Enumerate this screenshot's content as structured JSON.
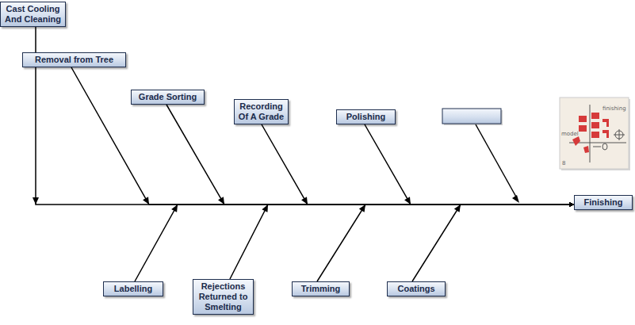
{
  "diagram": {
    "nodes": [
      {
        "text": [
          "Cast Cooling And Cleaning"
        ]
      },
      {
        "text": [
          "Removal from Tree"
        ]
      },
      {
        "text": [
          "Grade Sorting"
        ]
      },
      {
        "text": [
          "Recording Of A Grade"
        ]
      },
      {
        "text": [
          "Polishing"
        ]
      },
      {
        "text": [
          "Labelling"
        ]
      },
      {
        "text": [
          "Rejections Returned to Smelting"
        ]
      },
      {
        "text": [
          "Trimming"
        ]
      },
      {
        "text": [
          "Coatings"
        ]
      },
      {
        "text": [
          "Finishing"
        ]
      }
    ],
    "edges": [
      {
        "from": 0,
        "to": 9,
        "arrow": "to"
      },
      {
        "from": 1,
        "to": 9,
        "arrow": "to"
      },
      {
        "from": 2,
        "to": 9,
        "arrow": "to"
      },
      {
        "from": 3,
        "to": 9,
        "arrow": "to"
      },
      {
        "from": 4,
        "to": 9,
        "arrow": "to"
      },
      {
        "from": 5,
        "to": 9,
        "arrow": "to"
      },
      {
        "from": 6,
        "to": 9,
        "arrow": "to"
      },
      {
        "from": 7,
        "to": 9,
        "arrow": "to"
      },
      {
        "from": 8,
        "to": 9,
        "arrow": "to"
      }
    ],
    "labels": [
      "finishing",
      "model",
      "8"
    ]
  }
}
